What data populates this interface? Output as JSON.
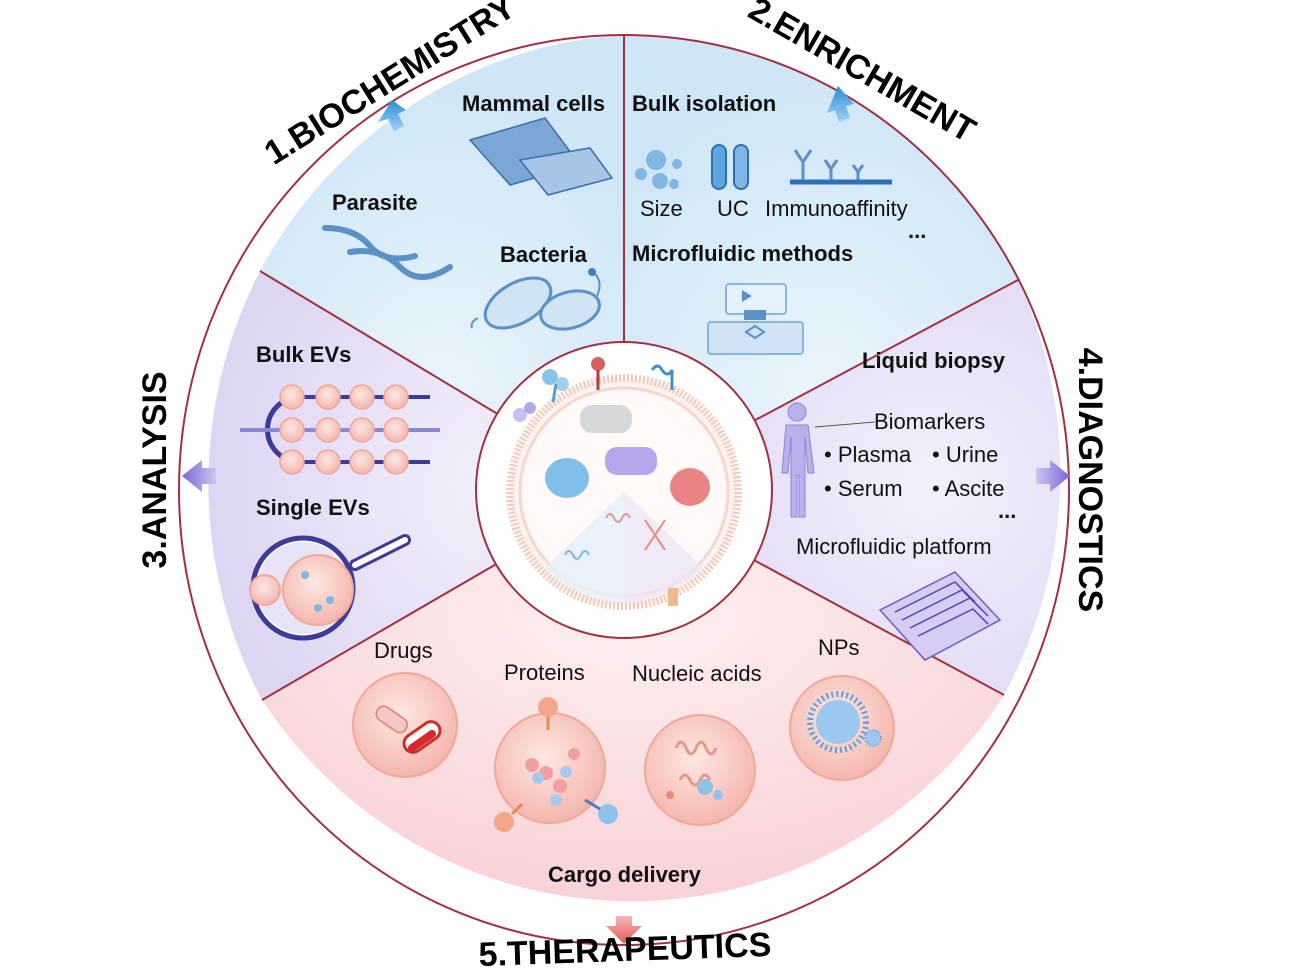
{
  "sections": {
    "s1": "1.BIOCHEMISTRY",
    "s2": "2.ENRICHMENT",
    "s3": "3.ANALYSIS",
    "s4": "4.DIAGNOSTICS",
    "s5": "5.THERAPEUTICS"
  },
  "biochemistry": {
    "mammal": "Mammal cells",
    "parasite": "Parasite",
    "bacteria": "Bacteria"
  },
  "enrichment": {
    "bulk": "Bulk isolation",
    "size": "Size",
    "uc": "UC",
    "immuno": "Immunoaffinity",
    "more": "...",
    "micro": "Microfluidic methods"
  },
  "analysis": {
    "bulk": "Bulk EVs",
    "single": "Single EVs"
  },
  "diagnostics": {
    "liquid": "Liquid biopsy",
    "biomarkers": "Biomarkers",
    "plasma": "• Plasma",
    "urine": "• Urine",
    "serum": "• Serum",
    "ascite": "• Ascite",
    "more": "...",
    "platform": "Microfluidic platform"
  },
  "therapeutics": {
    "drugs": "Drugs",
    "proteins": "Proteins",
    "nucleic": "Nucleic acids",
    "nps": "NPs",
    "cargo": "Cargo delivery"
  },
  "colors": {
    "blue_sector": "#d6ebf8",
    "purple_sector": "#e6e0f7",
    "pink_sector": "#fbe0e2",
    "divider": "#a33040",
    "arrow_blue": "#3f9ee0",
    "arrow_purple": "#9a86e0",
    "arrow_red": "#ee6a6a"
  }
}
